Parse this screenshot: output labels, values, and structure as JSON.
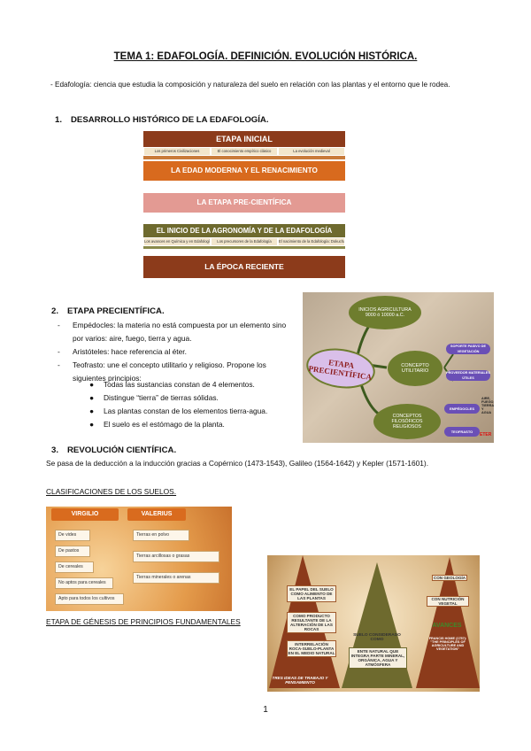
{
  "title": "TEMA 1: EDAFOLOGÍA. DEFINICIÓN. EVOLUCIÓN HISTÓRICA.",
  "intro": "- Edafología: ciencia que estudia la composición y naturaleza del suelo en relación con las plantas y el entorno que le rodea.",
  "sections": {
    "s1": {
      "num": "1.",
      "title": "DESARROLLO HISTÓRICO DE LA EDAFOLOGÍA."
    },
    "s2": {
      "num": "2.",
      "title": "ETAPA PRECIENTÍFICA."
    },
    "s3": {
      "num": "3.",
      "title": "REVOLUCIÓN CIENTÍFICA."
    }
  },
  "timeline": {
    "band1": "ETAPA INICIAL",
    "band1_sub": [
      "Los primeros Civilizaciones",
      "El conocimiento empírico clásico",
      "La evolución medieval"
    ],
    "band2": "LA EDAD MODERNA Y EL RENACIMIENTO",
    "band3": "LA ETAPA PRE-CIENTÍFICA",
    "band4": "EL INICIO DE LA AGRONOMÍA Y DE LA EDAFOLOGÍA",
    "band4_sub": [
      "Los avances en Química y en Edafología",
      "Los precursores de la Edafología",
      "El nacimiento de la Edafología: Dokuchaev"
    ],
    "band5": "LA ÉPOCA RECIENTE"
  },
  "precientifica": {
    "bullets": [
      "Empédocles: la materia no está compuesta por un elemento sino por varios: aire, fuego, tierra y agua.",
      "Aristóteles: hace referencia al éter.",
      "Teofrasto: une el concepto utilitario y religioso. Propone los siguientes principios:"
    ],
    "principios": [
      "Todas las sustancias constan de 4 elementos.",
      "Distingue “tierra” de tierras sólidas.",
      "Las plantas constan de los elementos tierra-agua.",
      "El suelo es el estómago de la planta."
    ]
  },
  "diagram1": {
    "center": "ETAPA PRECIENTÍFICA",
    "node_top": "INICIOS AGRICULTURA 9000 ó 10000 a.C.",
    "node_mid": "CONCEPTO UTILITARIO",
    "node_bottom": "CONCEPTOS FILOSÓFICOS RELIGIOSOS",
    "pill1": "SOPORTE PASIVO DE VEGETACIÓN",
    "pill2": "PROVEEDOR MATERIALES ÚTILES",
    "pill3": "EMPÉDOCLES",
    "pill4": "TEOFRASTO",
    "side_text": "AIRE, FUEGO, TIERRA Y AGUA",
    "tag": "ETER"
  },
  "revolucion": "Se pasa de la deducción a la inducción gracias a Copérnico (1473-1543), Galileo (1564-1642) y Kepler (1571-1601).",
  "clasificaciones_title": "CLASIFICACIONES DE LOS SUELOS.",
  "diagram2": {
    "col1": "VIRGILIO",
    "col2": "VALERIUS",
    "virgilio": [
      "De vides",
      "De pastos",
      "De cereales",
      "No aptos para cereales",
      "Apto para todos los cultivos"
    ],
    "valerius": [
      "Tierras en polvo",
      "Tierras arcillosas o grasas",
      "Tierras minerales o arenas"
    ]
  },
  "genesis_title": "ETAPA DE GÉNESIS DE PRINCIPIOS FUNDAMENTALES",
  "diagram3": {
    "left": [
      "EL PAPEL DEL SUELO COMO ALIMENTO DE LAS PLANTAS",
      "COMO PRODUCTO RESULTANTE DE LA ALTERACIÓN DE LAS ROCAS",
      "INTERRELACIÓN ROCA-SUELO-PLANTA EN EL MEDIO NATURAL"
    ],
    "center": "SUELO CONSIDERADO COMO",
    "center2": "ENTE NATURAL QUE INTEGRA PARTE MINERAL, ORGÁNICA, AGUA Y ATMÓSFERA",
    "right": [
      "CON GEOLOGÍA",
      "CON NUTRICIÓN VEGETAL"
    ],
    "avances": "AVANCES",
    "francis": "FRANCIS HOME (1757): \"THE PRINCIPLES OF AGRICULTURE AND VEGETATION\"",
    "bottom_left": "TRES IDEAS DE TRABAJO Y PENSAMIENTO"
  },
  "page_number": "1",
  "colors": {
    "brown_dark": "#8c3b1b",
    "orange": "#d86a1e",
    "rose": "#e39a93",
    "olive": "#6e6a2e",
    "green_pill": "#5b6e1f",
    "purple_pill": "#6a4fb6"
  }
}
